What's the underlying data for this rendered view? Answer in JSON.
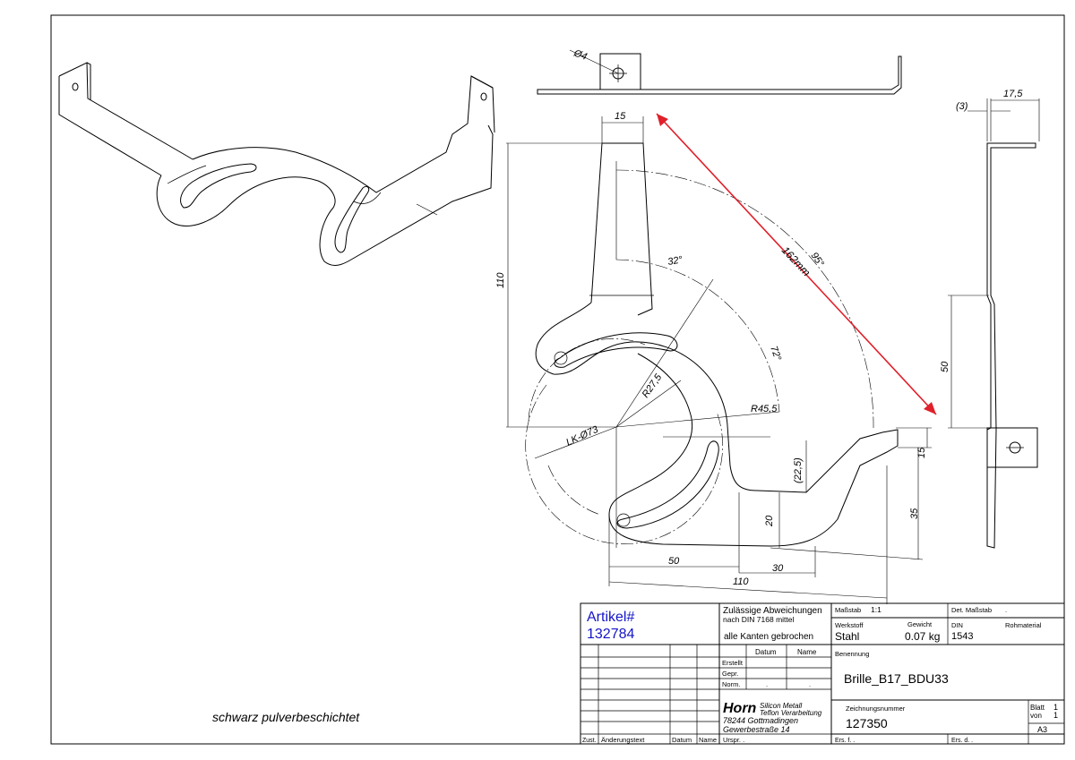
{
  "drawing": {
    "note": "schwarz pulverbeschichtet",
    "dims": {
      "hole_dia": "Ø4",
      "tab_width": "15",
      "arm_width_top": "15",
      "height_110": "110",
      "angle_32": "32°",
      "angle_72": "72°",
      "angle_95": "95°",
      "r27_5": "R27,5",
      "r45_5": "R45,5",
      "lk_dia": "LK-Ø73",
      "len_162": "162mm",
      "d22_5": "(22,5)",
      "d20": "20",
      "d15_right": "15",
      "d35": "35",
      "d50": "50",
      "d30": "30",
      "d110_bottom": "110",
      "side_3": "(3)",
      "side_17_5": "17,5",
      "side_50": "50"
    },
    "accent_color": "#e0202a"
  },
  "titleblock": {
    "article_label": "Artikel#",
    "article_number": "132784",
    "tolerance_line1": "Zulässige Abweichungen",
    "tolerance_line2": "nach DIN 7168 mittel",
    "edges": "alle Kanten gebrochen",
    "col_datum": "Datum",
    "col_name": "Name",
    "row_erstellt": "Erstellt",
    "row_gepr": "Gepr.",
    "row_norm": "Norm.",
    "norm_dot1": ".",
    "norm_dot2": ".",
    "company": "Horn",
    "company_sub1": "Silicon Metall",
    "company_sub2": "Teflon Verarbeitung",
    "address1": "78244 Gottmadingen",
    "address2": "Gewerbestraße 14",
    "zust": "Zust.",
    "aenderungstext": "Änderungstext",
    "datum_bottom": "Datum",
    "name_bottom": "Name",
    "urspr": "Urspr. .",
    "massstab_label": "Maßstab",
    "massstab_value": "1:1",
    "det_massstab_label": "Det. Maßstab",
    "det_massstab_value": ".",
    "werkstoff_label": "Werkstoff",
    "werkstoff_value": "Stahl",
    "gewicht_label": "Gewicht",
    "gewicht_value": "0.07 kg",
    "din_label": "DIN",
    "din_value": "1543",
    "rohmaterial_label": "Rohmaterial",
    "benennung_label": "Benennung",
    "benennung_value": "Brille_B17_BDU33",
    "zeichnungsnummer_label": "Zeichnungsnummer",
    "zeichnungsnummer_value": "127350",
    "blatt_label": "Blatt",
    "blatt_value": "1",
    "von_label": "von",
    "von_value": "1",
    "format": "A3",
    "ers_f": "Ers. f. .",
    "ers_d": "Ers. d. ."
  }
}
